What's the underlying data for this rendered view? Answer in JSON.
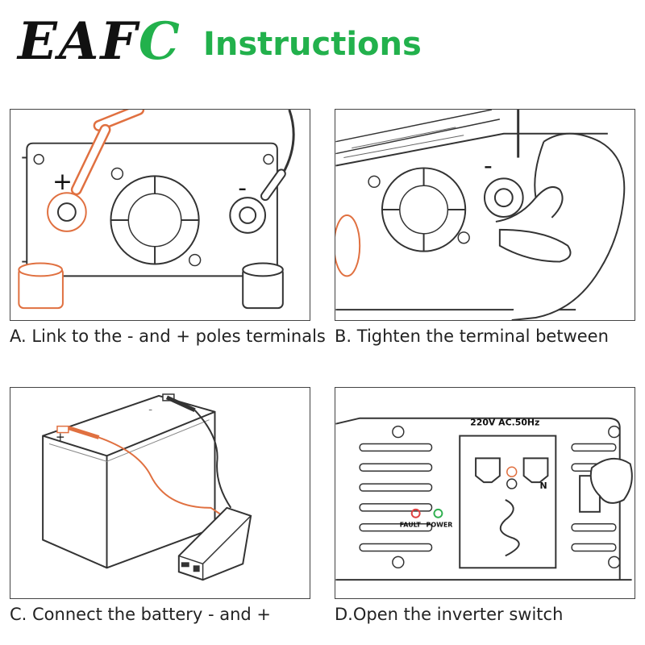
{
  "header": {
    "logo_dark": "EAF",
    "logo_green": "C",
    "title": "Instructions"
  },
  "colors": {
    "brand_green": "#22b14c",
    "wire_orange": "#e07040",
    "led_red": "#e04040",
    "led_green": "#30b050"
  },
  "panels": [
    {
      "caption": "A. Link to the - and + poles terminals",
      "plus_sign": "+",
      "minus_sign": "-"
    },
    {
      "caption": "B. Tighten the terminal between",
      "minus_sign": "-"
    },
    {
      "caption": "C. Connect the battery - and +",
      "plus_sign": "+",
      "minus_sign": "-"
    },
    {
      "caption": "D.Open the inverter switch",
      "spec_label": "220V AC.50Hz",
      "fault_label": "FAULT",
      "power_label": "POWER",
      "n_label": "N"
    }
  ]
}
